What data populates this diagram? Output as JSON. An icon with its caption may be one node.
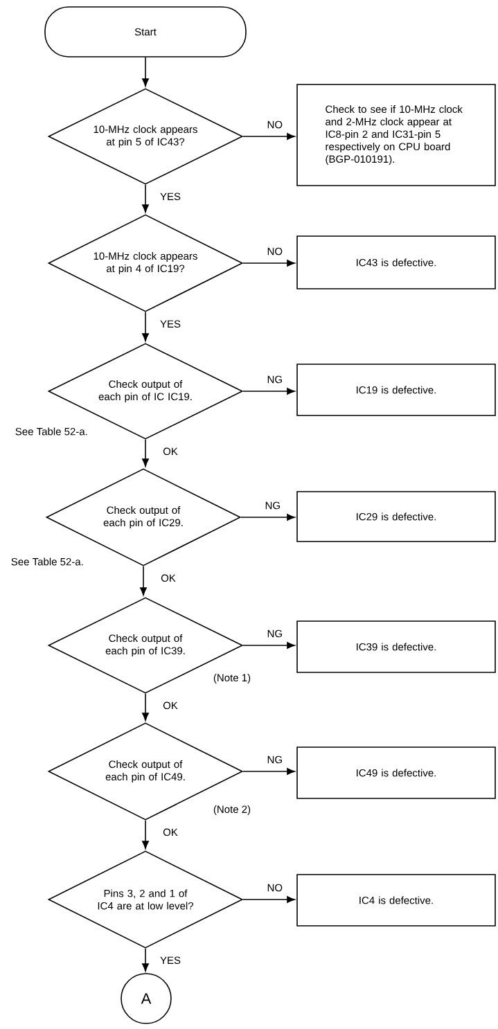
{
  "diagram": {
    "nodes": [
      {
        "text": [
          "Start"
        ]
      },
      {
        "text": [
          "10-MHz clock appears at pin 5 of IC43?"
        ]
      },
      {
        "text": [
          "Check to see if 10-MHz clock and 2-MHz clock appear at IC8-pin 2 and IC31-pin 5 respectively on CPU board (BGP-010191)."
        ]
      },
      {
        "text": [
          "10-MHz clock appears at pin 4 of IC19?"
        ]
      },
      {
        "text": [
          "IC43 is defective."
        ]
      },
      {
        "text": [
          "Check output of each pin of IC IC19."
        ],
        "beside": [
          "See Table 52-a."
        ]
      },
      {
        "text": [
          "IC19 is defective."
        ]
      },
      {
        "text": [
          "Check output of each pin of IC29."
        ],
        "beside": [
          "See Table 52-a."
        ]
      },
      {
        "text": [
          "IC29 is defective."
        ]
      },
      {
        "text": [
          "Check output of each pin of IC39."
        ],
        "beside": [
          "(Note 1)"
        ]
      },
      {
        "text": [
          "IC39 is defective."
        ]
      },
      {
        "text": [
          "Check output of each pin of IC49."
        ],
        "beside": [
          "(Note 2)"
        ]
      },
      {
        "text": [
          "IC49 is defective."
        ]
      },
      {
        "text": [
          "Pins 3, 2 and 1 of IC4 are at low level?"
        ]
      },
      {
        "text": [
          "IC4 is defective."
        ]
      },
      {
        "text": [
          "A"
        ]
      }
    ],
    "edges": [
      {
        "from": 0,
        "to": 1,
        "arrow": "to"
      },
      {
        "from": 1,
        "to": 2,
        "arrow": "to",
        "label": "NO"
      },
      {
        "from": 1,
        "to": 3,
        "arrow": "to",
        "label": "YES"
      },
      {
        "from": 3,
        "to": 4,
        "arrow": "to",
        "label": "NO"
      },
      {
        "from": 3,
        "to": 5,
        "arrow": "to",
        "label": "YES"
      },
      {
        "from": 5,
        "to": 6,
        "arrow": "to",
        "label": "NG"
      },
      {
        "from": 5,
        "to": 7,
        "arrow": "to",
        "label": "OK"
      },
      {
        "from": 7,
        "to": 8,
        "arrow": "to",
        "label": "NG"
      },
      {
        "from": 7,
        "to": 9,
        "arrow": "to",
        "label": "OK"
      },
      {
        "from": 9,
        "to": 10,
        "arrow": "to",
        "label": "NG"
      },
      {
        "from": 9,
        "to": 11,
        "arrow": "to",
        "label": "OK"
      },
      {
        "from": 11,
        "to": 12,
        "arrow": "to",
        "label": "NG"
      },
      {
        "from": 11,
        "to": 13,
        "arrow": "to",
        "label": "OK"
      },
      {
        "from": 13,
        "to": 14,
        "arrow": "to",
        "label": "NO"
      },
      {
        "from": 13,
        "to": 15,
        "arrow": "to",
        "label": "YES"
      }
    ]
  }
}
